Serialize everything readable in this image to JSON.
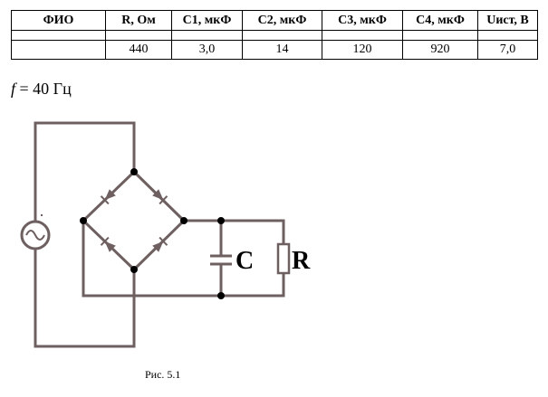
{
  "table": {
    "headers": [
      "ФИО",
      "R, Ом",
      "C1, мкФ",
      "C2, мкФ",
      "C3, мкФ",
      "C4, мкФ",
      "Uист, В"
    ],
    "values": [
      "",
      "440",
      "3,0",
      "14",
      "120",
      "920",
      "7,0"
    ]
  },
  "formula": {
    "variable": "f",
    "equals": "= 40 Гц"
  },
  "circuit": {
    "capacitor_label": "C",
    "resistor_label": "R",
    "wire_color": "#6e6060",
    "label_color": "#000000"
  },
  "caption": "Рис. 5.1"
}
